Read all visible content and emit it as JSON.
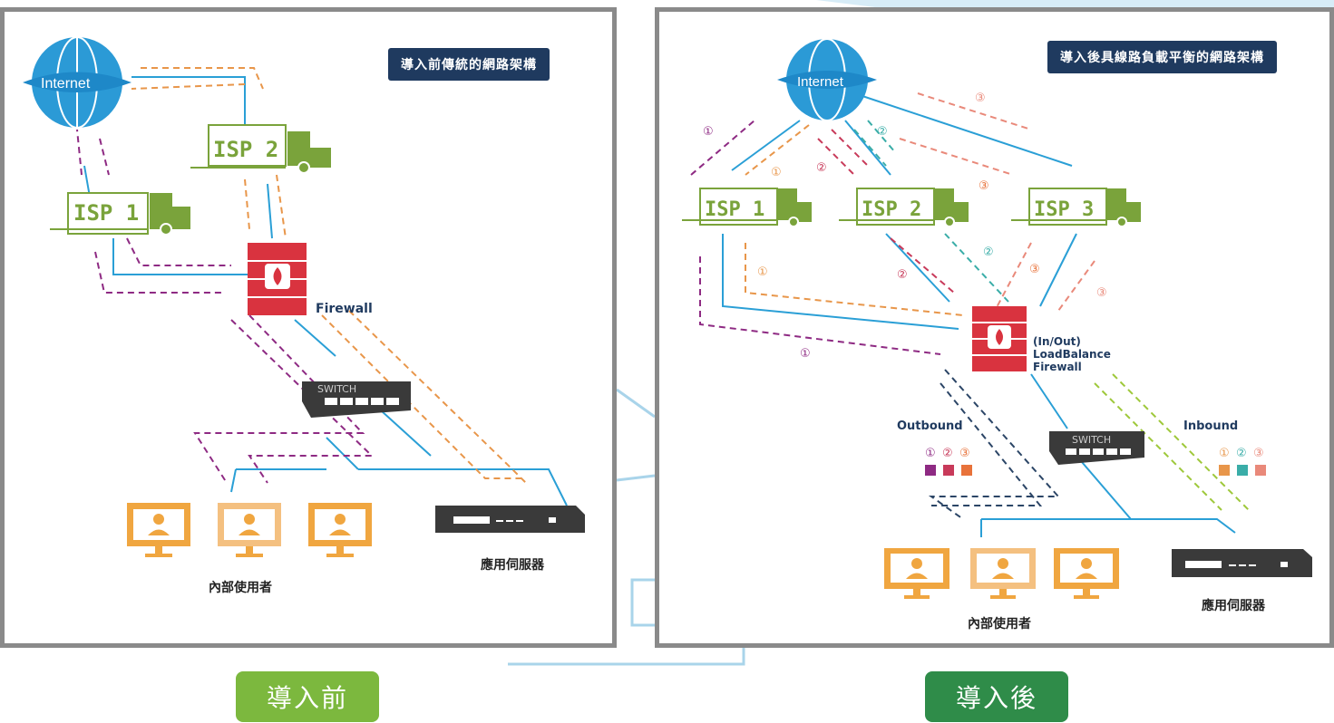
{
  "before": {
    "title": "導入前傳統的網路架構",
    "internet": "Internet",
    "isp1": "ISP 1",
    "isp2": "ISP 2",
    "firewall": "Firewall",
    "switch": "SWITCH",
    "users_label": "內部使用者",
    "server_label": "應用伺服器",
    "button": "導入前"
  },
  "after": {
    "title": "導入後具線路負載平衡的網路架構",
    "internet": "Internet",
    "isp1": "ISP 1",
    "isp2": "ISP 2",
    "isp3": "ISP 3",
    "firewall_line1": "(In/Out)",
    "firewall_line2": "LoadBalance",
    "firewall_line3": "Firewall",
    "switch": "SWITCH",
    "outbound": "Outbound",
    "inbound": "Inbound",
    "users_label": "內部使用者",
    "server_label": "應用伺服器",
    "button": "導入後",
    "markers": [
      "①",
      "②",
      "③"
    ]
  },
  "colors": {
    "isp_green": "#7aa33b",
    "firewall_red": "#d9333f",
    "purple": "#8e2a83",
    "orange": "#e8964a",
    "blue_line": "#2a9fd6",
    "teal": "#3aada8",
    "red_pink": "#c83a5a",
    "salmon": "#e9897a",
    "navy": "#2b4566",
    "lime": "#9ec83a",
    "monitor": "#f0a640"
  }
}
